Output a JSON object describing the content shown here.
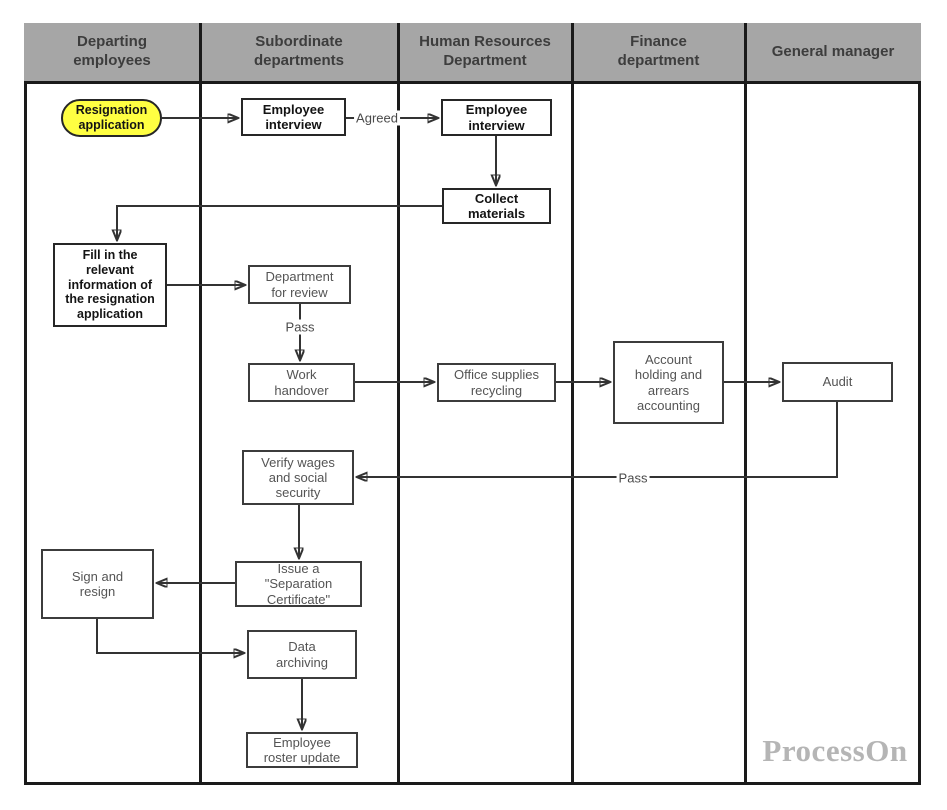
{
  "lanes": [
    {
      "label": "Departing\nemployees"
    },
    {
      "label": "Subordinate\ndepartments"
    },
    {
      "label": "Human Resources\nDepartment"
    },
    {
      "label": "Finance\ndepartment"
    },
    {
      "label": "General manager"
    }
  ],
  "nodes": {
    "resignation_application": {
      "label": "Resignation\napplication",
      "shape": "stadium",
      "fill": "yellow"
    },
    "sub_employee_interview": {
      "label": "Employee\ninterview"
    },
    "hr_employee_interview": {
      "label": "Employee\ninterview"
    },
    "collect_materials": {
      "label": "Collect\nmaterials"
    },
    "fill_in_info": {
      "label": "Fill in the\nrelevant\ninformation of\nthe resignation\napplication"
    },
    "department_for_review": {
      "label": "Department\nfor review"
    },
    "work_handover": {
      "label": "Work\nhandover"
    },
    "office_supplies_recycling": {
      "label": "Office supplies\nrecycling"
    },
    "account_holding": {
      "label": "Account\nholding and\narrears\naccounting"
    },
    "audit": {
      "label": "Audit"
    },
    "verify_wages": {
      "label": "Verify wages\nand social\nsecurity"
    },
    "issue_certificate": {
      "label": "Issue a\n\"Separation\nCertificate\""
    },
    "sign_and_resign": {
      "label": "Sign and\nresign"
    },
    "data_archiving": {
      "label": "Data\narchiving"
    },
    "employee_roster_update": {
      "label": "Employee\nroster update"
    }
  },
  "edge_labels": {
    "agreed": "Agreed",
    "pass_review": "Pass",
    "pass_audit": "Pass"
  },
  "watermark": "ProcessOn",
  "colors": {
    "header_bg": "#a6a6a6",
    "header_text": "#3d3d3d",
    "highlight_fill": "#ffff42",
    "line": "#333333",
    "watermark": "#b5b5b5"
  }
}
